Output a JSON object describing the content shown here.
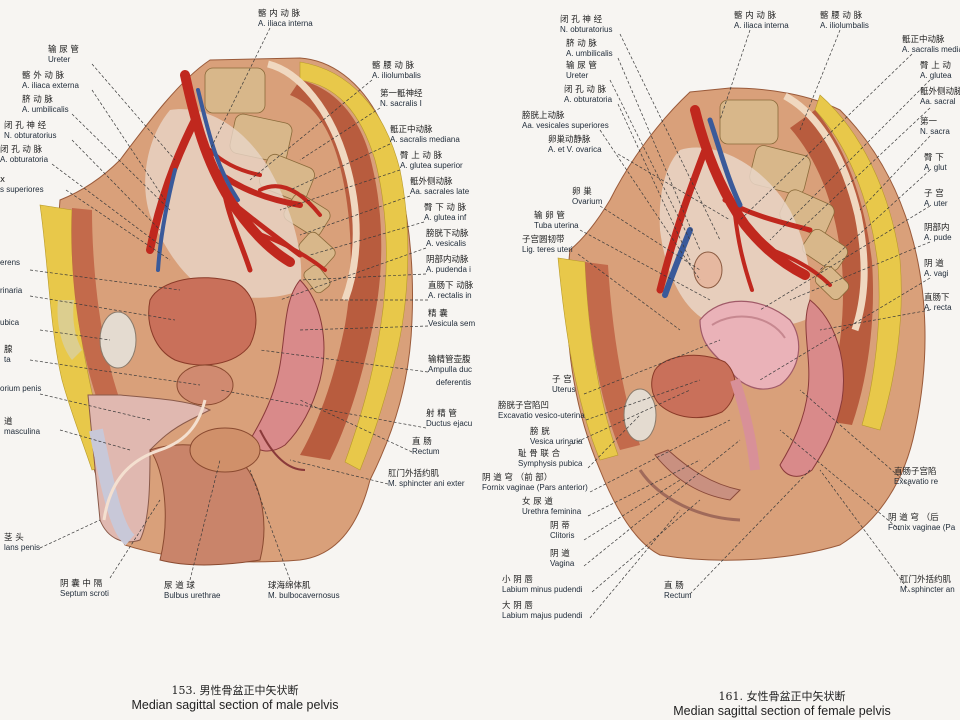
{
  "colors": {
    "background": "#f7f5f2",
    "skin": "#d9a07a",
    "muscle": "#b85c3e",
    "fat": "#e8c84a",
    "artery": "#c0281e",
    "vein": "#3a5a9a",
    "bone": "#d8b78a",
    "organ_pink": "#eab2b8",
    "leader": "#3a3a3a"
  },
  "figure_male": {
    "caption_zh": "153. 男性骨盆正中矢状断",
    "caption_en": "Median sagittal section of male pelvis",
    "labels": [
      {
        "zh": "髂 内 动 脉",
        "en": "A. iliaca interna"
      },
      {
        "zh": "输 尿 管",
        "en": "Ureter"
      },
      {
        "zh": "髂 外 动 脉",
        "en": "A. iliaca externa"
      },
      {
        "zh": "脐 动 脉",
        "en": "A. umbilicalis"
      },
      {
        "zh": "闭 孔 神 经",
        "en": "N. obturatorius"
      },
      {
        "zh": "闭 孔 动 脉",
        "en": "A. obturatoria"
      },
      {
        "zh": "x",
        "en": "s superiores"
      },
      {
        "zh": "",
        "en": "erens"
      },
      {
        "zh": "",
        "en": "rinaria"
      },
      {
        "zh": "",
        "en": "ubica"
      },
      {
        "zh": "腺",
        "en": "ta"
      },
      {
        "zh": "",
        "en": "orium penis"
      },
      {
        "zh": "道",
        "en": "masculina"
      },
      {
        "zh": "茎 头",
        "en": "lans penis"
      },
      {
        "zh": "阴 囊 中 隔",
        "en": "Septum scroti"
      },
      {
        "zh": "尿 道 球",
        "en": "Bulbus urethrae"
      },
      {
        "zh": "球海绵体肌",
        "en": "M. bulbocavernosus"
      },
      {
        "zh": "髂 腰 动 脉",
        "en": "A. iliolumbalis"
      },
      {
        "zh": "第一骶神经",
        "en": "N. sacralis I"
      },
      {
        "zh": "骶正中动脉",
        "en": "A. sacralis mediana"
      },
      {
        "zh": "臀 上 动 脉",
        "en": "A. glutea superior"
      },
      {
        "zh": "骶外侧动脉",
        "en": "Aa. sacrales late"
      },
      {
        "zh": "臀 下 动 脉",
        "en": "A. glutea inf"
      },
      {
        "zh": "膀胱下动脉",
        "en": "A. vesicalis"
      },
      {
        "zh": "阴部内动脉",
        "en": "A. pudenda i"
      },
      {
        "zh": "直肠下 动脉",
        "en": "A. rectalis in"
      },
      {
        "zh": "精 囊",
        "en": "Vesicula sem"
      },
      {
        "zh": "输精管壶腹",
        "en": "Ampulla duc"
      },
      {
        "zh": "",
        "en": "deferentis"
      },
      {
        "zh": "射 精 管",
        "en": "Ductus ejacu"
      },
      {
        "zh": "直 肠",
        "en": "Rectum"
      },
      {
        "zh": "肛门外括约肌",
        "en": "M. sphincter ani exter"
      }
    ]
  },
  "figure_female": {
    "caption_zh": "161. 女性骨盆正中矢状断",
    "caption_en": "Median sagittal section of female pelvis",
    "labels": [
      {
        "zh": "闭 孔 神 经",
        "en": "N. obturatorius"
      },
      {
        "zh": "脐 动 脉",
        "en": "A. umbilicalis"
      },
      {
        "zh": "输 尿 管",
        "en": "Ureter"
      },
      {
        "zh": "闭 孔 动 脉",
        "en": "A. obturatoria"
      },
      {
        "zh": "膀胱上动脉",
        "en": "Aa. vesicales superiores"
      },
      {
        "zh": "卵巢动静脉",
        "en": "A. et V. ovarica"
      },
      {
        "zh": "卵 巢",
        "en": "Ovarium"
      },
      {
        "zh": "输 卵 管",
        "en": "Tuba uterina"
      },
      {
        "zh": "子宫圆韧带",
        "en": "Lig. teres uteri"
      },
      {
        "zh": "子 宫",
        "en": "Uterus"
      },
      {
        "zh": "膀胱子宫陷凹",
        "en": "Excavatio vesico-uterina"
      },
      {
        "zh": "膀 胱",
        "en": "Vesica urinaria"
      },
      {
        "zh": "耻 骨 联 合",
        "en": "Symphysis pubica"
      },
      {
        "zh": "阴 道 穹 （前 部）",
        "en": "Fornix vaginae (Pars anterior)"
      },
      {
        "zh": "女 尿 道",
        "en": "Urethra feminina"
      },
      {
        "zh": "阴 蒂",
        "en": "Clitoris"
      },
      {
        "zh": "阴 道",
        "en": "Vagina"
      },
      {
        "zh": "小 阴 唇",
        "en": "Labium minus pudendi"
      },
      {
        "zh": "大 阴 唇",
        "en": "Labium majus pudendi"
      },
      {
        "zh": "直 肠",
        "en": "Rectum"
      },
      {
        "zh": "髂 内 动 脉",
        "en": "A. iliaca interna"
      },
      {
        "zh": "髂 腰 动 脉",
        "en": "A. iliolumbalis"
      },
      {
        "zh": "骶正中动脉",
        "en": "A. sacralis mediana"
      },
      {
        "zh": "臀 上 动",
        "en": "A. glutea"
      },
      {
        "zh": "骶外侧动脉",
        "en": "Aa. sacral"
      },
      {
        "zh": "第一",
        "en": "N. sacra"
      },
      {
        "zh": "臀 下",
        "en": "A. glut"
      },
      {
        "zh": "子 宫",
        "en": "A. uter"
      },
      {
        "zh": "阴部内",
        "en": "A. pude"
      },
      {
        "zh": "阴 道",
        "en": "A. vagi"
      },
      {
        "zh": "直肠下",
        "en": "A. recta"
      },
      {
        "zh": "直肠子宫陷",
        "en": "Excavatio re"
      },
      {
        "zh": "阴 道 穹 （后",
        "en": "Fornix vaginae (Pa"
      },
      {
        "zh": "肛门外括约肌",
        "en": "M. sphincter an"
      }
    ]
  }
}
